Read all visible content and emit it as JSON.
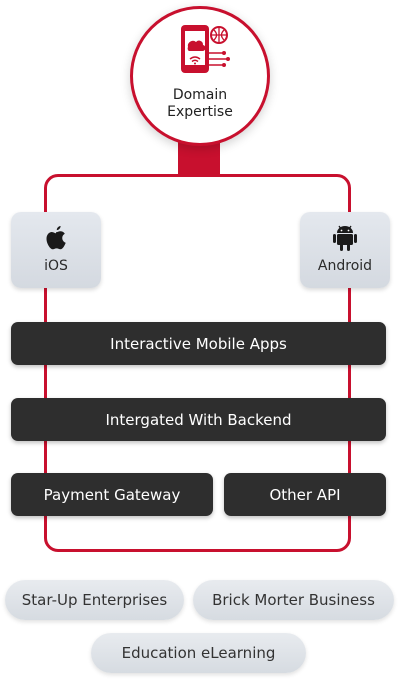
{
  "center_node": {
    "label_line1": "Domain",
    "label_line2": "Expertise",
    "icon": "mobile-cloud-network-icon"
  },
  "platforms": [
    {
      "label": "iOS",
      "icon": "apple-icon"
    },
    {
      "label": "Android",
      "icon": "android-icon"
    }
  ],
  "features": {
    "interactive": "Interactive Mobile Apps",
    "backend": "Intergated With Backend",
    "payment": "Payment Gateway",
    "other_api": "Other API"
  },
  "industries": [
    "Star-Up Enterprises",
    "Brick Morter Business",
    "Education eLearning"
  ],
  "colors": {
    "accent": "#c8102e",
    "bar": "#2e2e2e",
    "tile": "#dde1e7"
  }
}
